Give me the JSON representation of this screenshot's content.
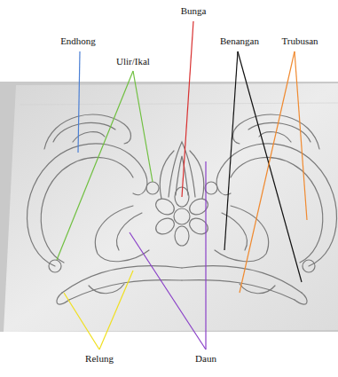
{
  "diagram": {
    "labels": [
      "Endhong",
      "Ulir/Ikal",
      "Bunga",
      "Benangan",
      "Trubusan",
      "Relung",
      "Daun"
    ]
  }
}
